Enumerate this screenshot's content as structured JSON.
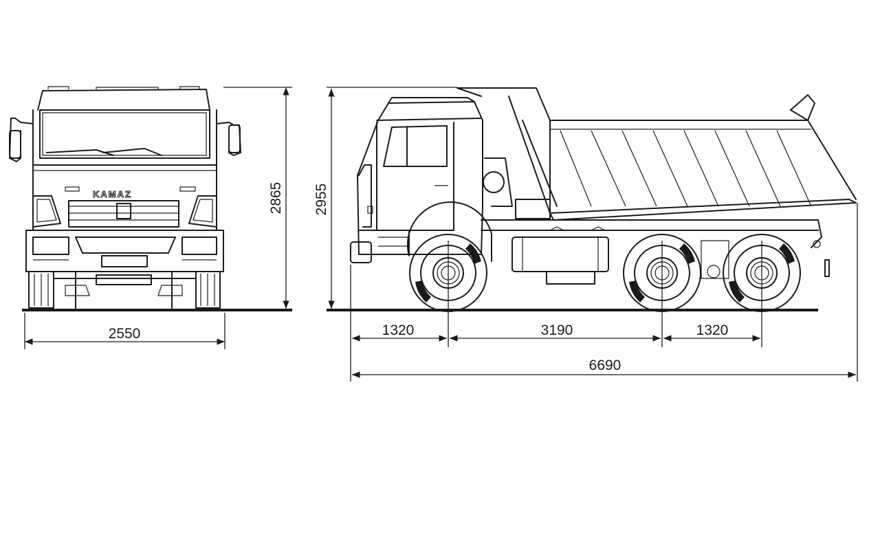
{
  "front_view": {
    "logo_text": "KAMAZ",
    "width_mm": "2550",
    "height_mm": "2865"
  },
  "side_view": {
    "height_mm": "2955",
    "front_overhang_mm": "1320",
    "wheelbase_mm": "3190",
    "rear_axle_spacing_mm": "1320",
    "overall_length_mm": "6690"
  }
}
